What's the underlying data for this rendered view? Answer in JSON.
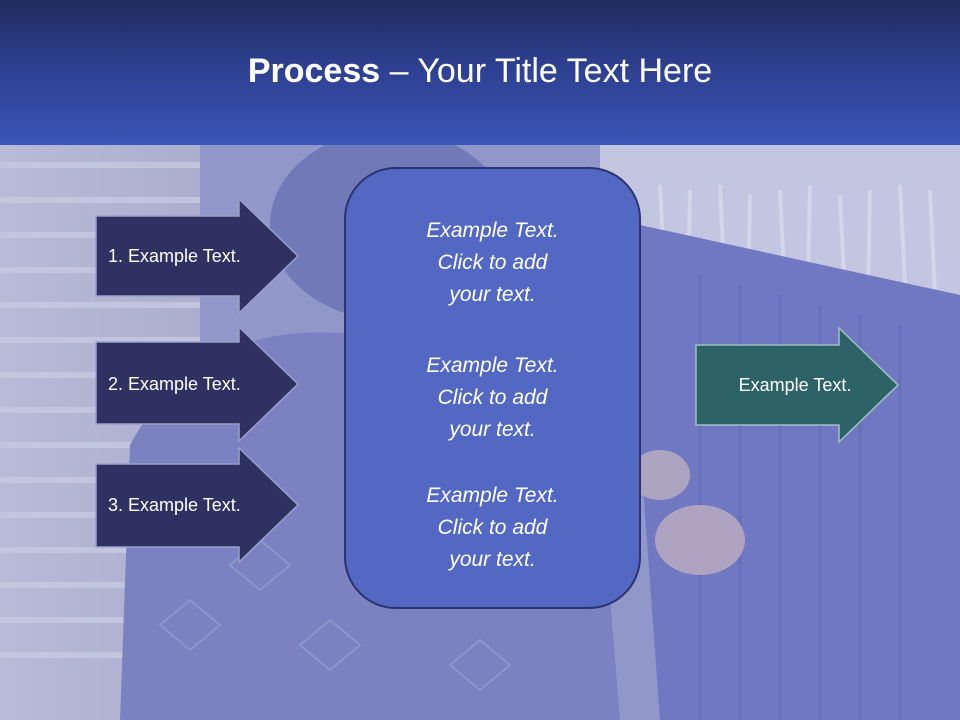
{
  "slide": {
    "title_bold": "Process",
    "title_rest": " – Your Title Text Here"
  },
  "left_arrows": [
    {
      "label": "1. Example Text."
    },
    {
      "label": "2. Example Text."
    },
    {
      "label": "3. Example Text."
    }
  ],
  "center_box": {
    "paragraphs": [
      {
        "line1": "Example Text.",
        "line2": "Click  to add",
        "line3": "your text."
      },
      {
        "line1": "Example Text.",
        "line2": "Click  to add",
        "line3": "your text."
      },
      {
        "line1": "Example Text.",
        "line2": "Click  to add",
        "line3": "your text."
      }
    ]
  },
  "right_arrow": {
    "label": "Example Text."
  },
  "colors": {
    "header_top": "#1f2a5c",
    "header_bottom": "#3a56b6",
    "left_arrow_fill": "#2e3162",
    "center_box_fill": "#5268c2",
    "right_arrow_fill": "#2d6266"
  }
}
